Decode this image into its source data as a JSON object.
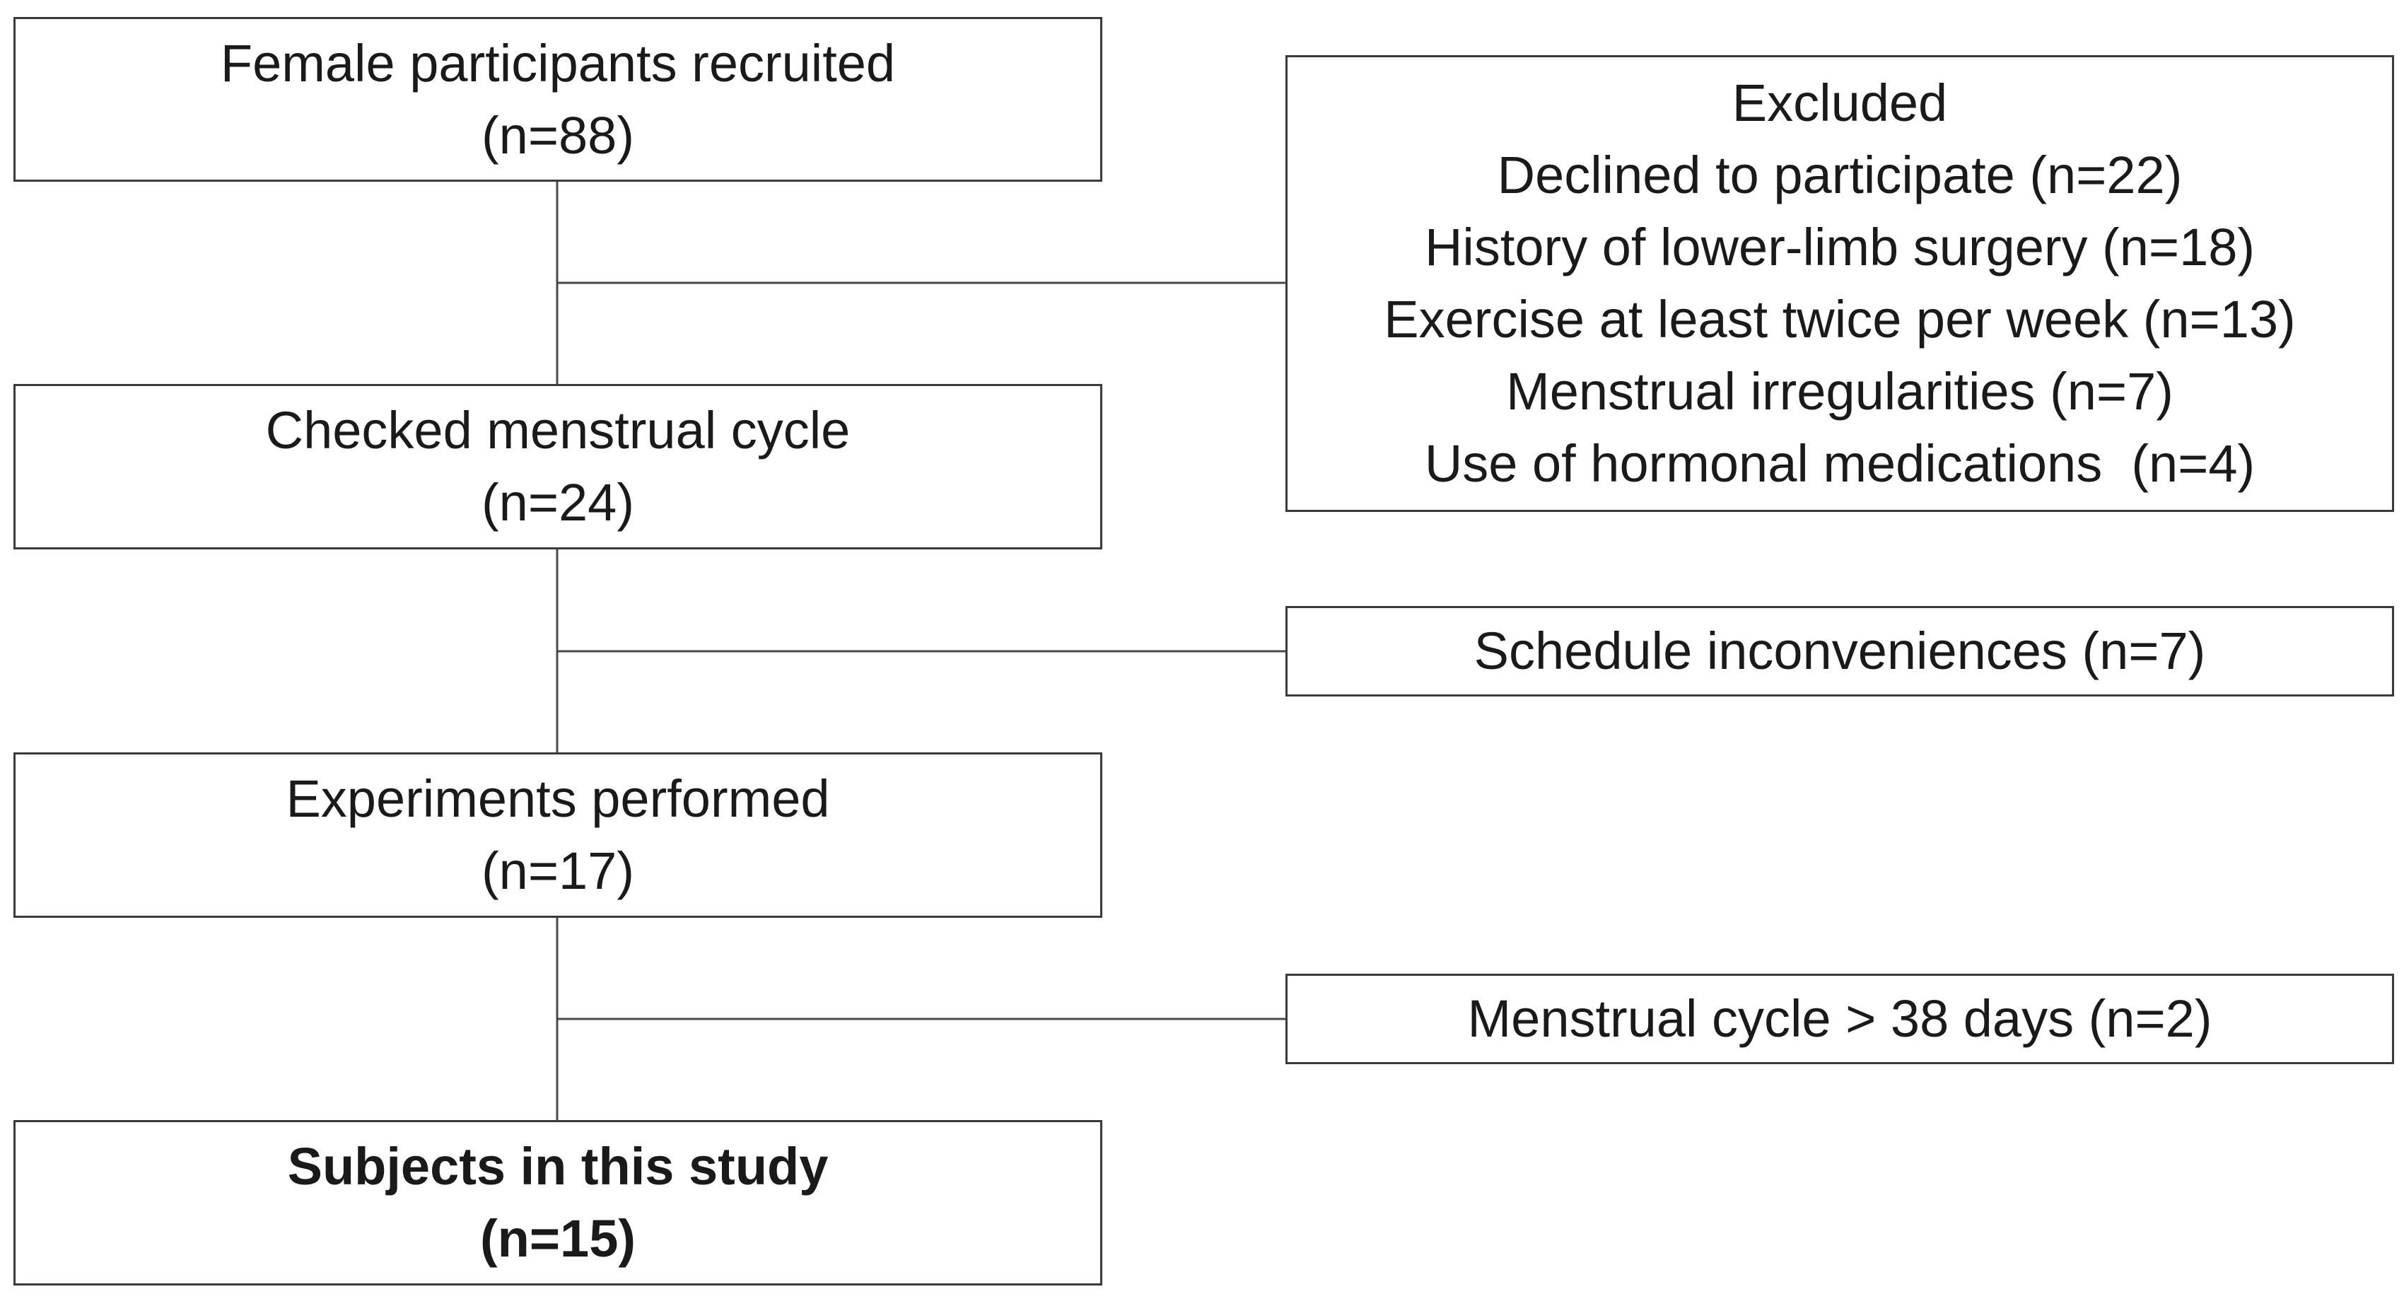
{
  "main_steps": [
    {
      "label": "Female participants recruited",
      "count": "(n=88)"
    },
    {
      "label": "Checked menstrual cycle",
      "count": "(n=24)"
    },
    {
      "label": "Experiments performed",
      "count": "(n=17)"
    },
    {
      "label": "Subjects in this study",
      "count": "(n=15)"
    }
  ],
  "exclusions": [
    {
      "lines": [
        "Excluded",
        "Declined to participate (n=22)",
        "History of lower-limb surgery (n=18)",
        "Exercise at least twice per week (n=13)",
        "Menstrual irregularities (n=7)",
        "Use of hormonal medications  (n=4)"
      ]
    },
    {
      "lines": [
        "Schedule inconveniences (n=7)"
      ]
    },
    {
      "lines": [
        "Menstrual cycle > 38 days (n=2)"
      ]
    }
  ]
}
